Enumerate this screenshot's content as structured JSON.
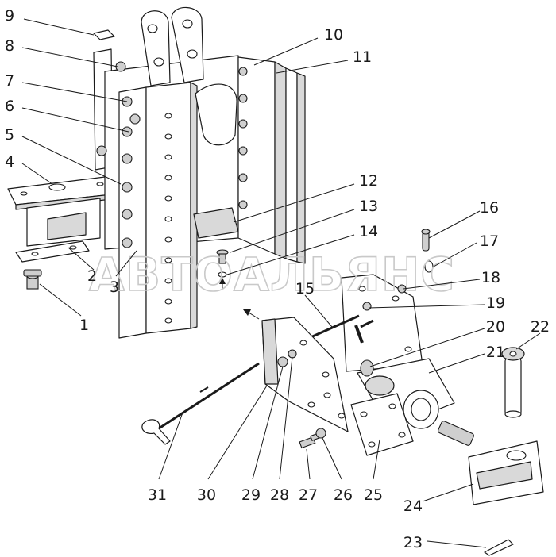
{
  "watermark": "АВТОАЛЬЯНС",
  "callouts": [
    {
      "number": "1"
    },
    {
      "number": "2"
    },
    {
      "number": "3"
    },
    {
      "number": "4"
    },
    {
      "number": "5"
    },
    {
      "number": "6"
    },
    {
      "number": "7"
    },
    {
      "number": "8"
    },
    {
      "number": "9"
    },
    {
      "number": "10"
    },
    {
      "number": "11"
    },
    {
      "number": "12"
    },
    {
      "number": "13"
    },
    {
      "number": "14"
    },
    {
      "number": "15"
    },
    {
      "number": "16"
    },
    {
      "number": "17"
    },
    {
      "number": "18"
    },
    {
      "number": "19"
    },
    {
      "number": "20"
    },
    {
      "number": "21"
    },
    {
      "number": "22"
    },
    {
      "number": "23"
    },
    {
      "number": "24"
    },
    {
      "number": "25"
    },
    {
      "number": "26"
    },
    {
      "number": "27"
    },
    {
      "number": "28"
    },
    {
      "number": "29"
    },
    {
      "number": "30"
    },
    {
      "number": "31"
    }
  ]
}
